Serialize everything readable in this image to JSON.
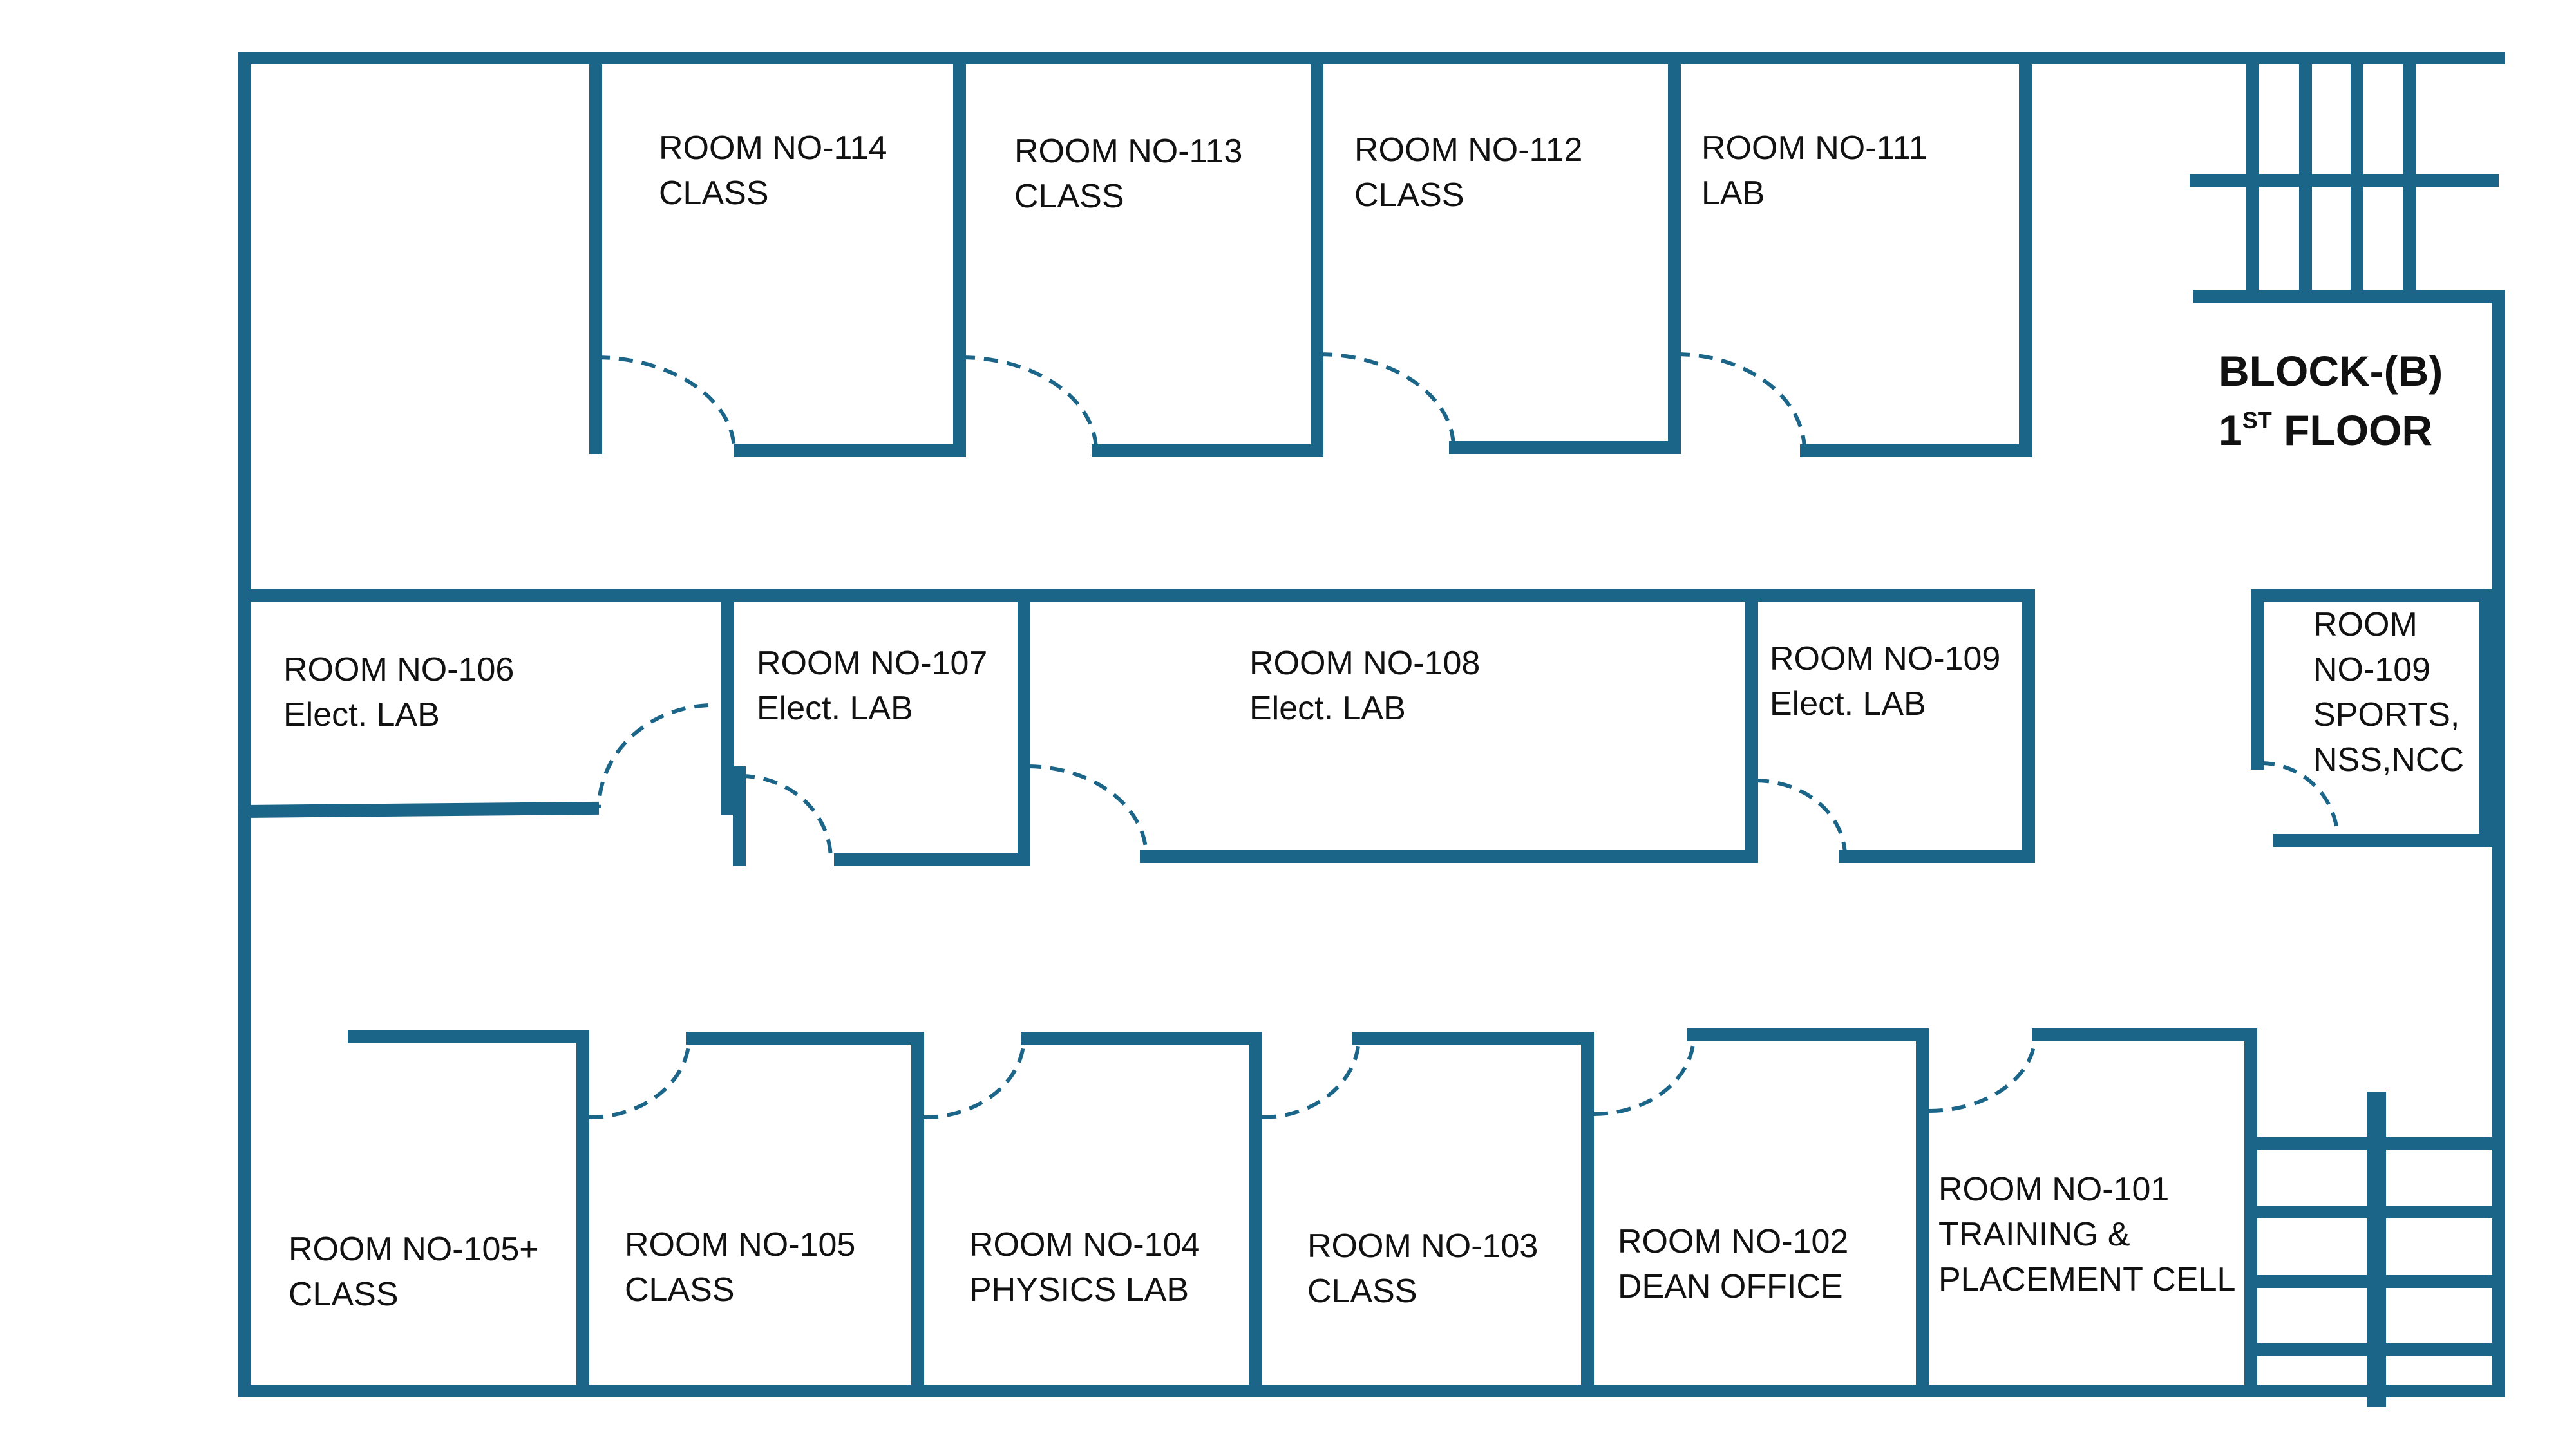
{
  "block_title": {
    "line1": "BLOCK-(B)",
    "floor_number": "1",
    "floor_suffix": "ST",
    "floor_word": "FLOOR"
  },
  "rooms": {
    "r114": {
      "name": "ROOM NO-114",
      "use": "CLASS"
    },
    "r113": {
      "name": "ROOM NO-113",
      "use": "CLASS"
    },
    "r112": {
      "name": "ROOM NO-112",
      "use": "CLASS"
    },
    "r111": {
      "name": "ROOM NO-111",
      "use": "LAB"
    },
    "r106": {
      "name": "ROOM NO-106",
      "use": "Elect. LAB"
    },
    "r107": {
      "name": "ROOM NO-107",
      "use": "Elect. LAB"
    },
    "r108": {
      "name": "ROOM NO-108",
      "use": "Elect. LAB"
    },
    "r109": {
      "name": "ROOM NO-109",
      "use": "Elect. LAB"
    },
    "r109b": {
      "line1": "ROOM",
      "line2": "NO-109",
      "line3": "SPORTS,",
      "line4": "NSS,NCC"
    },
    "r105p": {
      "name": "ROOM NO-105+",
      "use": "CLASS"
    },
    "r105": {
      "name": "ROOM NO-105",
      "use": "CLASS"
    },
    "r104": {
      "name": "ROOM NO-104",
      "use": "PHYSICS LAB"
    },
    "r103": {
      "name": "ROOM NO-103",
      "use": "CLASS"
    },
    "r102": {
      "name": "ROOM NO-102",
      "use": "DEAN OFFICE"
    },
    "r101": {
      "name": "ROOM NO-101",
      "use1": "TRAINING &",
      "use2": "PLACEMENT CELL"
    }
  },
  "colors": {
    "wall": "#1b6589",
    "text": "#111111",
    "background": "#ffffff"
  }
}
